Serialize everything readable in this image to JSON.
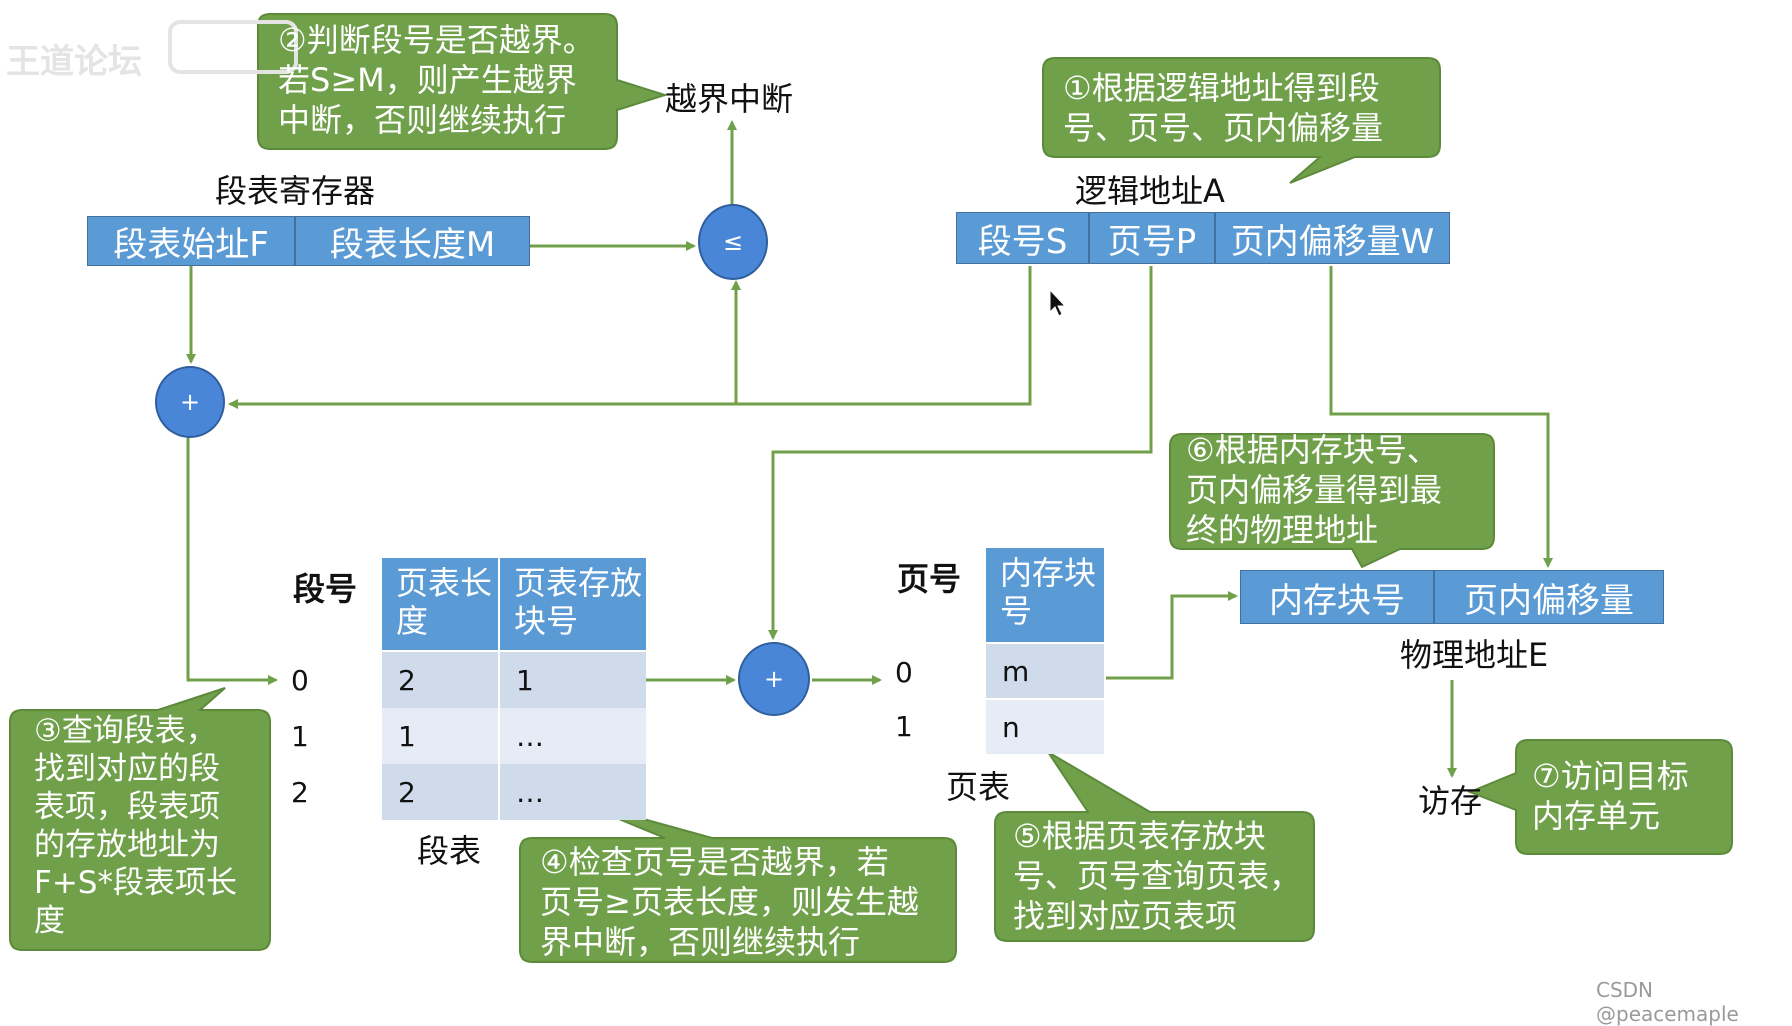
{
  "watermark_top": "王道论坛",
  "watermark_bottom": "CSDN @peacemaple",
  "colors": {
    "box": "#5b9bd5",
    "callout": "#70a04a",
    "arrow": "#70a04a",
    "cell": "#cfdaea"
  },
  "segment_register": {
    "title": "段表寄存器",
    "start": "段表始址F",
    "length": "段表长度M"
  },
  "compare_symbol": "≤",
  "overflow_interrupt": "越界中断",
  "adder_symbol": "+",
  "logical_address": {
    "title": "逻辑地址A",
    "seg": "段号S",
    "page": "页号P",
    "offset": "页内偏移量W"
  },
  "segment_table": {
    "row_label": "段号",
    "col1": "页表长度",
    "col2": "页表存放块号",
    "caption": "段表",
    "rows": [
      {
        "idx": "0",
        "len": "2",
        "blk": "1"
      },
      {
        "idx": "1",
        "len": "1",
        "blk": "…"
      },
      {
        "idx": "2",
        "len": "2",
        "blk": "…"
      }
    ]
  },
  "page_table": {
    "row_label": "页号",
    "col": "内存块号",
    "caption": "页表",
    "rows": [
      {
        "idx": "0",
        "val": "m"
      },
      {
        "idx": "1",
        "val": "n"
      }
    ]
  },
  "physical_address": {
    "title": "物理地址E",
    "block": "内存块号",
    "offset": "页内偏移量"
  },
  "access": "访存",
  "callouts": {
    "c1": [
      "①根据逻辑地址得到段",
      "号、页号、页内偏移量"
    ],
    "c2": [
      "②判断段号是否越界。",
      "若S≥M，则产生越界",
      "中断，否则继续执行"
    ],
    "c3": [
      "③查询段表，",
      "找到对应的段",
      "表项，段表项",
      "的存放地址为",
      "F+S*段表项长",
      "度"
    ],
    "c4": [
      "④检查页号是否越界，若",
      "页号≥页表长度，则发生越",
      "界中断，否则继续执行"
    ],
    "c5": [
      "⑤根据页表存放块",
      "号、页号查询页表，",
      "找到对应页表项"
    ],
    "c6": [
      "⑥根据内存块号、",
      "页内偏移量得到最",
      "终的物理地址"
    ],
    "c7": [
      "⑦访问目标",
      "内存单元"
    ]
  }
}
